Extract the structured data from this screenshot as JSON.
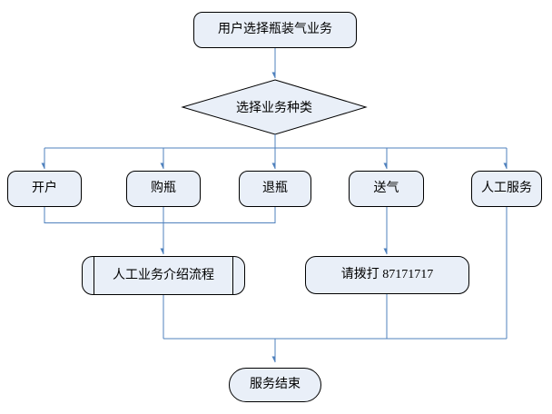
{
  "diagram": {
    "title": "bottled-gas-service-flowchart",
    "nodes": {
      "start": {
        "label": "用户选择瓶装气业务",
        "type": "terminator-rounded-rect"
      },
      "decision": {
        "label": "选择业务种类",
        "type": "diamond"
      },
      "options": [
        {
          "label": "开户",
          "type": "rounded-rect"
        },
        {
          "label": "购瓶",
          "type": "rounded-rect"
        },
        {
          "label": "退瓶",
          "type": "rounded-rect"
        },
        {
          "label": "送气",
          "type": "rounded-rect"
        },
        {
          "label": "人工服务",
          "type": "rounded-rect"
        }
      ],
      "manual_intro": {
        "label": "人工业务介绍流程",
        "type": "predefined-process"
      },
      "call_number": {
        "label": "请拨打 87171717",
        "type": "rounded-rect"
      },
      "end": {
        "label": "服务结束",
        "type": "terminator"
      }
    },
    "colors": {
      "node_fill": "#E9EFF8",
      "node_border": "#000000",
      "connector": "#4F81BD",
      "text": "#000000",
      "background": "#FFFFFF"
    }
  }
}
